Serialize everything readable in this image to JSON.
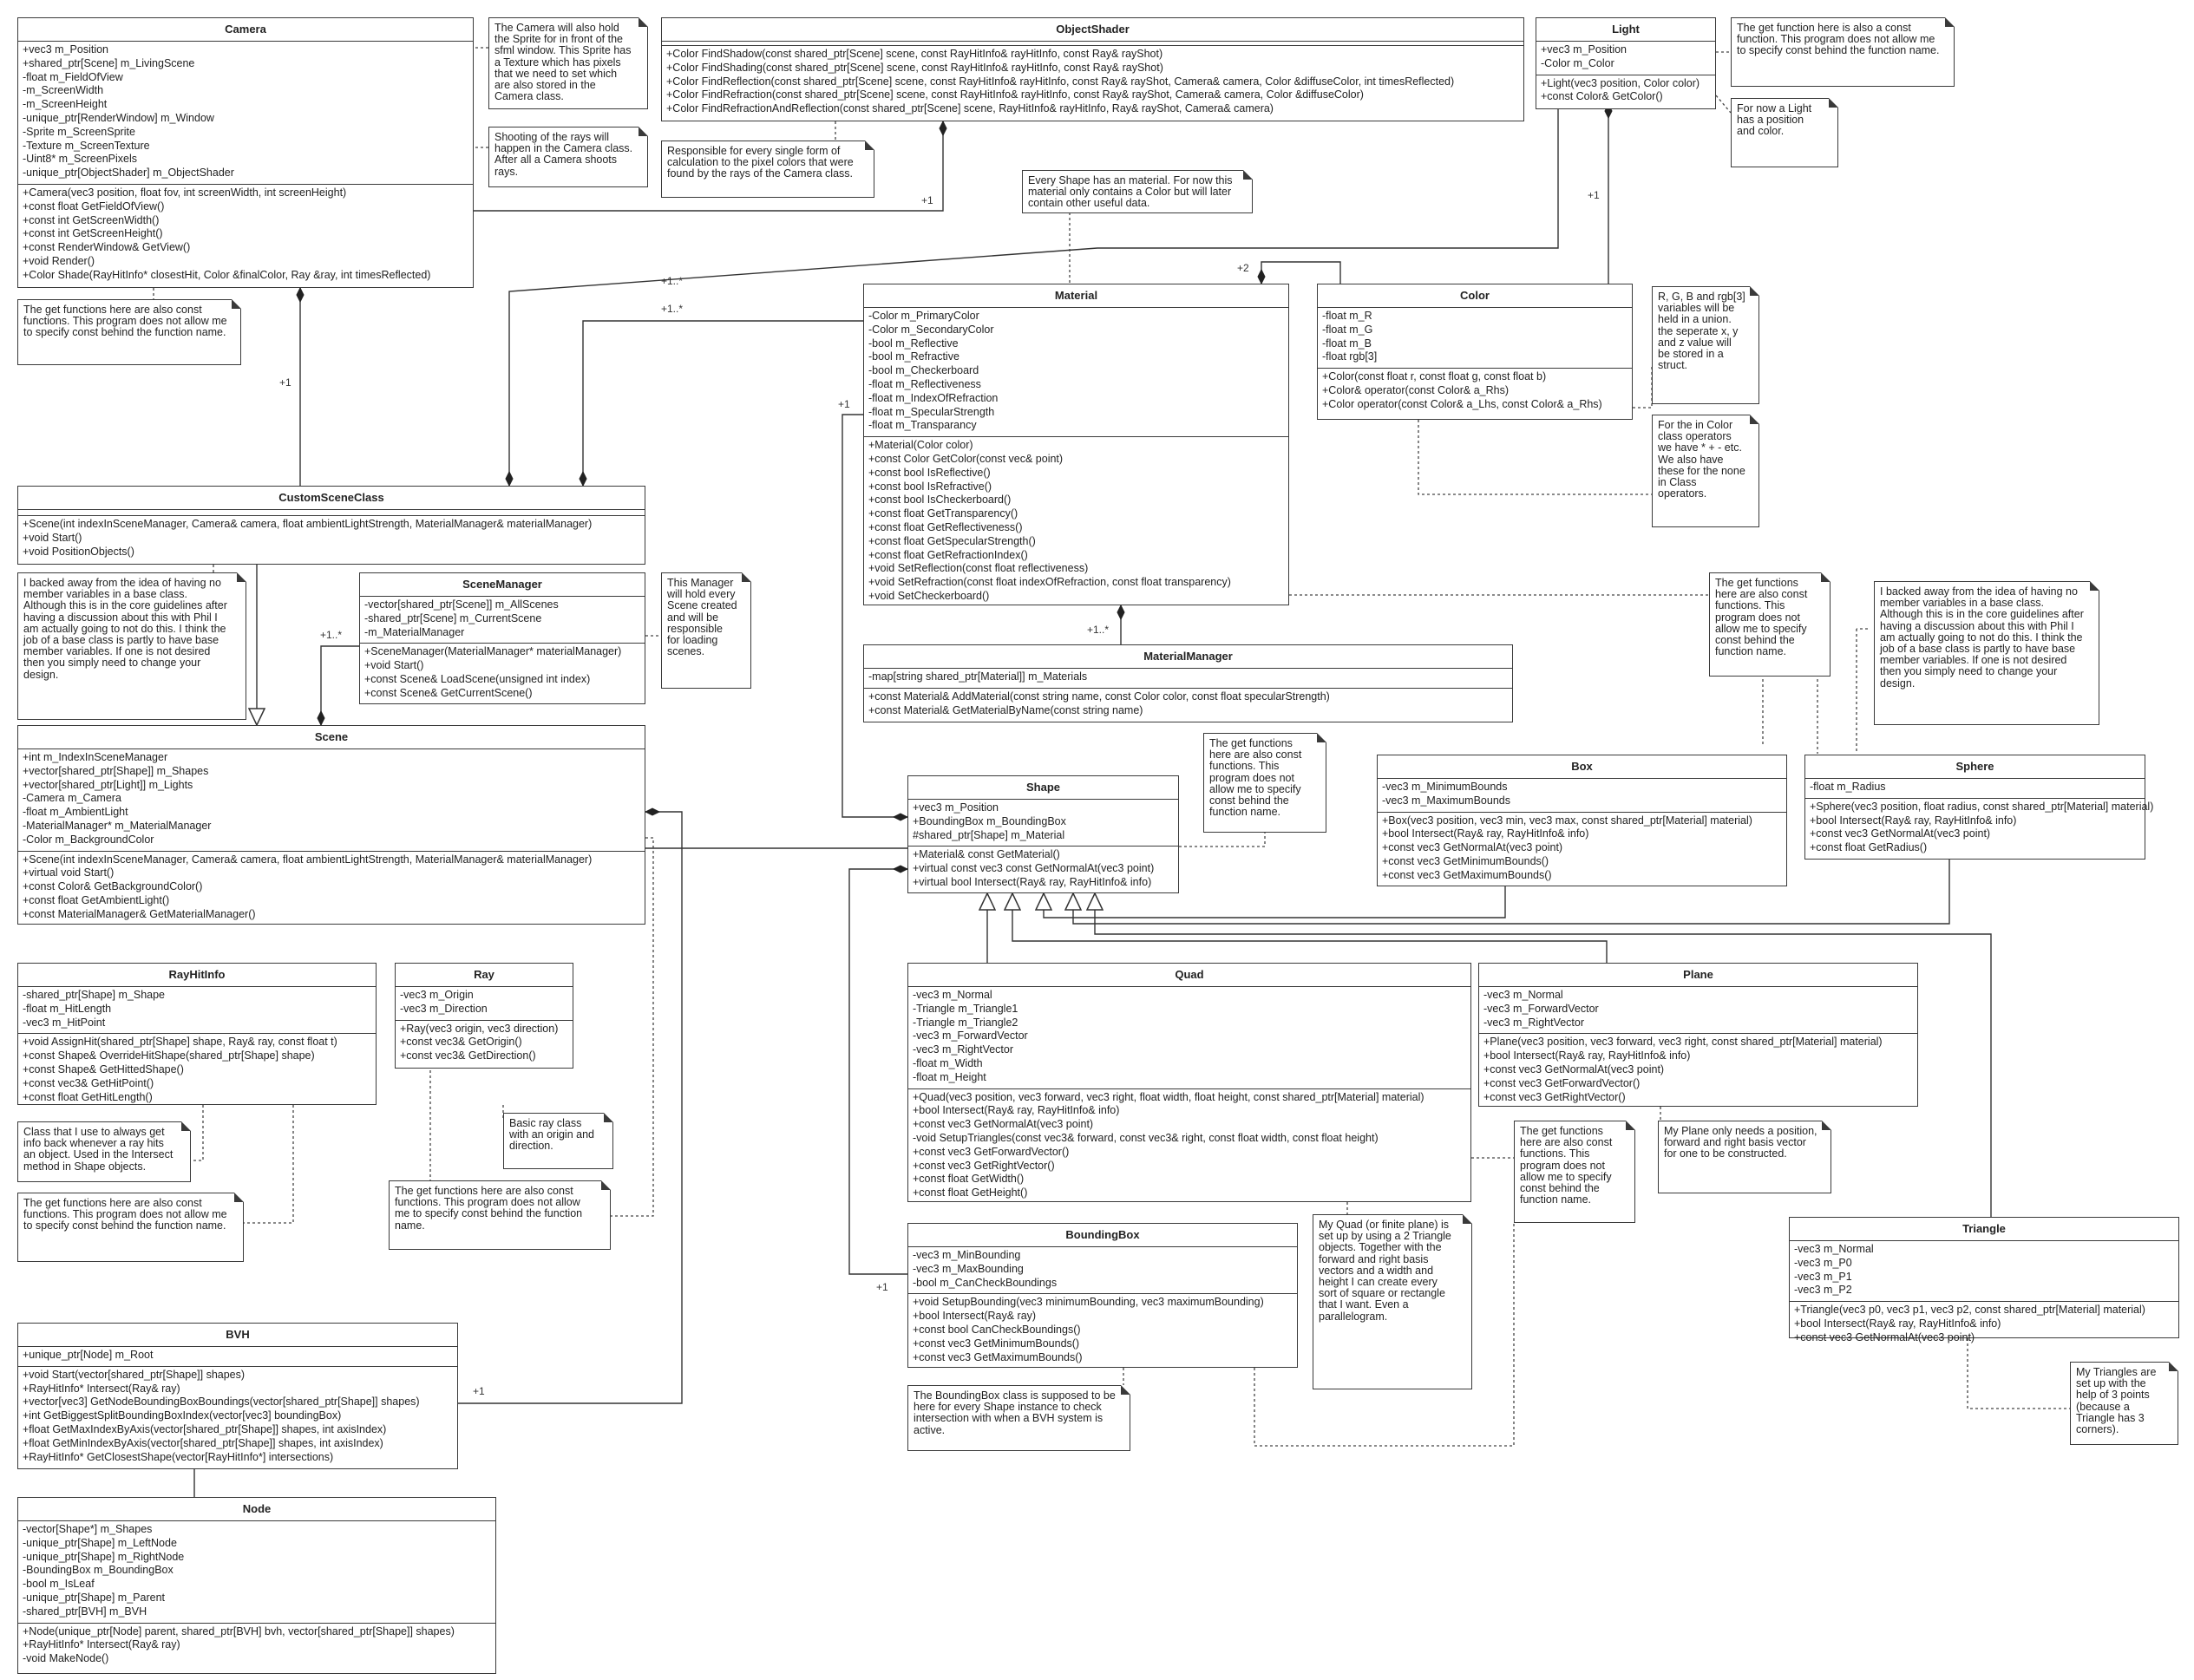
{
  "classes": {
    "camera": {
      "name": "Camera",
      "attributes": [
        "+vec3 m_Position",
        "+shared_ptr[Scene] m_LivingScene",
        "-float m_FieldOfView",
        "-m_ScreenWidth",
        "-m_ScreenHeight",
        "-unique_ptr[RenderWindow] m_Window",
        "-Sprite m_ScreenSprite",
        "-Texture m_ScreenTexture",
        "-Uint8* m_ScreenPixels",
        "-unique_ptr[ObjectShader] m_ObjectShader"
      ],
      "methods": [
        "+Camera(vec3 position, float fov, int screenWidth, int screenHeight)",
        "+const float GetFieldOfView()",
        "+const int GetScreenWidth()",
        "+const int GetScreenHeight()",
        "+const RenderWindow& GetView()",
        "+void Render()",
        "+Color Shade(RayHitInfo* closestHit, Color &finalColor, Ray &ray, int timesReflected)"
      ]
    },
    "objectShader": {
      "name": "ObjectShader",
      "attributes": [],
      "methods": [
        "+Color FindShadow(const shared_ptr[Scene] scene, const RayHitInfo& rayHitInfo, const Ray& rayShot)",
        "+Color FindShading(const shared_ptr[Scene] scene, const RayHitInfo& rayHitInfo, const Ray& rayShot)",
        "+Color FindReflection(const shared_ptr[Scene] scene, const RayHitInfo& rayHitInfo, const Ray& rayShot, Camera& camera, Color &diffuseColor, int timesReflected)",
        "+Color FindRefraction(const shared_ptr[Scene] scene, const RayHitInfo& rayHitInfo, const Ray& rayShot, Camera& camera, Color &diffuseColor)",
        "+Color FindRefractionAndReflection(const shared_ptr[Scene] scene, RayHitInfo& rayHitInfo, Ray& rayShot, Camera& camera)"
      ]
    },
    "light": {
      "name": "Light",
      "attributes": [
        "+vec3 m_Position",
        "-Color m_Color"
      ],
      "methods": [
        "+Light(vec3 position, Color color)",
        "+const Color& GetColor()"
      ]
    },
    "material": {
      "name": "Material",
      "attributes": [
        "-Color m_PrimaryColor",
        "-Color m_SecondaryColor",
        "-bool m_Reflective",
        "-bool m_Refractive",
        "-bool m_Checkerboard",
        "-float m_Reflectiveness",
        "-float m_IndexOfRefraction",
        "-float m_SpecularStrength",
        "-float m_Transparancy"
      ],
      "methods": [
        "+Material(Color color)",
        "+const Color GetColor(const vec& point)",
        "+const bool IsReflective()",
        "+const bool IsRefractive()",
        "+const bool IsCheckerboard()",
        "+const float GetTransparency()",
        "+const float GetReflectiveness()",
        "+const float GetSpecularStrength()",
        "+const float GetRefractionIndex()",
        "+void SetReflection(const float reflectiveness)",
        "+void SetRefraction(const float indexOfRefraction, const float transparency)",
        "+void SetCheckerboard()"
      ]
    },
    "color": {
      "name": "Color",
      "attributes": [
        "-float m_R",
        "-float m_G",
        "-float m_B",
        "-float rgb[3]"
      ],
      "methods": [
        "+Color(const float r, const float g, const float b)",
        "+Color& operator(const Color& a_Rhs)",
        "+Color operator(const Color& a_Lhs, const Color& a_Rhs)"
      ]
    },
    "customScene": {
      "name": "CustomSceneClass",
      "attributes": [],
      "methods": [
        "+Scene(int indexInSceneManager, Camera& camera, float ambientLightStrength, MaterialManager& materialManager)",
        "+void Start()",
        "+void PositionObjects()"
      ]
    },
    "sceneManager": {
      "name": "SceneManager",
      "attributes": [
        "-vector[shared_ptr[Scene]] m_AllScenes",
        "-shared_ptr[Scene] m_CurrentScene",
        "-m_MaterialManager"
      ],
      "methods": [
        "+SceneManager(MaterialManager* materialManager)",
        "+void Start()",
        "+const Scene& LoadScene(unsigned int index)",
        "+const Scene& GetCurrentScene()"
      ]
    },
    "scene": {
      "name": "Scene",
      "attributes": [
        "+int m_IndexInSceneManager",
        "+vector[shared_ptr[Shape]] m_Shapes",
        "+vector[shared_ptr[Light]] m_Lights",
        "-Camera m_Camera",
        "-float m_AmbientLight",
        "-MaterialManager* m_MaterialManager",
        "-Color m_BackgroundColor"
      ],
      "methods": [
        "+Scene(int indexInSceneManager, Camera& camera, float ambientLightStrength, MaterialManager& materialManager)",
        "+virtual void Start()",
        "+const Color& GetBackgroundColor()",
        "+const float GetAmbientLight()",
        "+const MaterialManager& GetMaterialManager()"
      ]
    },
    "materialManager": {
      "name": "MaterialManager",
      "attributes": [
        "-map[string shared_ptr[Material]]  m_Materials"
      ],
      "methods": [
        "+const Material& AddMaterial(const string name, const Color color, const float specularStrength)",
        "+const Material& GetMaterialByName(const string name)"
      ]
    },
    "shape": {
      "name": "Shape",
      "attributes": [
        "+vec3 m_Position",
        "+BoundingBox m_BoundingBox",
        "#shared_ptr[Shape] m_Material"
      ],
      "methods": [
        "+Material& const GetMaterial()",
        "+virtual const vec3 const GetNormalAt(vec3 point)",
        "+virtual bool Intersect(Ray& ray, RayHitInfo& info)"
      ]
    },
    "box": {
      "name": "Box",
      "attributes": [
        "-vec3 m_MinimumBounds",
        "-vec3 m_MaximumBounds"
      ],
      "methods": [
        "+Box(vec3 position, vec3 min, vec3 max, const shared_ptr[Material] material)",
        "+bool Intersect(Ray& ray, RayHitInfo& info)",
        "+const vec3 GetNormalAt(vec3 point)",
        "+const vec3 GetMinimumBounds()",
        "+const vec3 GetMaximumBounds()"
      ]
    },
    "sphere": {
      "name": "Sphere",
      "attributes": [
        "-float m_Radius"
      ],
      "methods": [
        "+Sphere(vec3 position, float radius, const shared_ptr[Material] material)",
        "+bool Intersect(Ray& ray, RayHitInfo& info)",
        "+const vec3 GetNormalAt(vec3 point)",
        "+const float GetRadius()"
      ]
    },
    "rayHitInfo": {
      "name": "RayHitInfo",
      "attributes": [
        "-shared_ptr[Shape] m_Shape",
        "-float m_HitLength",
        "-vec3 m_HitPoint"
      ],
      "methods": [
        "+void AssignHit(shared_ptr[Shape] shape, Ray& ray, const float t)",
        "+const Shape& OverrideHitShape(shared_ptr[Shape] shape)",
        "+const Shape& GetHittedShape()",
        "+const vec3& GetHitPoint()",
        "+const float GetHitLength()"
      ]
    },
    "ray": {
      "name": "Ray",
      "attributes": [
        "-vec3 m_Origin",
        "-vec3 m_Direction"
      ],
      "methods": [
        "+Ray(vec3 origin, vec3 direction)",
        "+const vec3& GetOrigin()",
        "+const vec3& GetDirection()"
      ]
    },
    "quad": {
      "name": "Quad",
      "attributes": [
        "-vec3 m_Normal",
        "-Triangle m_Triangle1",
        "-Triangle m_Triangle2",
        "-vec3 m_ForwardVector",
        "-vec3 m_RightVector",
        "-float m_Width",
        "-float m_Height"
      ],
      "methods": [
        "+Quad(vec3 position, vec3 forward, vec3 right, float width, float height, const shared_ptr[Material] material)",
        "+bool Intersect(Ray& ray, RayHitInfo& info)",
        "+const vec3 GetNormalAt(vec3 point)",
        "-void SetupTriangles(const vec3& forward, const vec3& right, const float width, const float height)",
        "+const vec3 GetForwardVector()",
        "+const vec3 GetRightVector()",
        "+const float GetWidth()",
        "+const float GetHeight()"
      ]
    },
    "plane": {
      "name": "Plane",
      "attributes": [
        "-vec3 m_Normal",
        "-vec3 m_ForwardVector",
        "-vec3 m_RightVector"
      ],
      "methods": [
        "+Plane(vec3 position, vec3 forward, vec3 right, const shared_ptr[Material] material)",
        "+bool Intersect(Ray& ray, RayHitInfo& info)",
        "+const vec3 GetNormalAt(vec3 point)",
        "+const vec3 GetForwardVector()",
        "+const vec3 GetRightVector()"
      ]
    },
    "boundingBox": {
      "name": "BoundingBox",
      "attributes": [
        "-vec3 m_MinBounding",
        "-vec3 m_MaxBounding",
        "-bool m_CanCheckBoundings"
      ],
      "methods": [
        "+void SetupBounding(vec3 minimumBounding, vec3 maximumBounding)",
        "+bool Intersect(Ray& ray)",
        "+const bool CanCheckBoundings()",
        "+const vec3 GetMinimumBounds()",
        "+const vec3 GetMaximumBounds()"
      ]
    },
    "triangle": {
      "name": "Triangle",
      "attributes": [
        "-vec3 m_Normal",
        "-vec3 m_P0",
        "-vec3 m_P1",
        "-vec3 m_P2"
      ],
      "methods": [
        "+Triangle(vec3 p0, vec3 p1, vec3 p2, const shared_ptr[Material] material)",
        "+bool Intersect(Ray& ray, RayHitInfo& info)",
        "+const vec3 GetNormalAt(vec3 point)"
      ]
    },
    "bvh": {
      "name": "BVH",
      "attributes": [
        "+unique_ptr[Node] m_Root"
      ],
      "methods": [
        "+void Start(vector[shared_ptr[Shape]] shapes)",
        "+RayHitInfo* Intersect(Ray& ray)",
        "+vector[vec3] GetNodeBoundingBoxBoundings(vector[shared_ptr[Shape]] shapes)",
        "+int GetBiggestSplitBoundingBoxIndex(vector[vec3] boundingBox)",
        "+float GetMaxIndexByAxis(vector[shared_ptr[Shape]] shapes, int axisIndex)",
        "+float GetMinIndexByAxis(vector[shared_ptr[Shape]] shapes, int axisIndex)",
        "+RayHitInfo* GetClosestShape(vector[RayHitInfo*] intersections)"
      ]
    },
    "node": {
      "name": "Node",
      "attributes": [
        "-vector[Shape*] m_Shapes",
        "-unique_ptr[Shape] m_LeftNode",
        "-unique_ptr[Shape] m_RightNode",
        "-BoundingBox m_BoundingBox",
        "-bool m_IsLeaf",
        "-unique_ptr[Shape] m_Parent",
        "-shared_ptr[BVH] m_BVH"
      ],
      "methods": [
        "+Node(unique_ptr[Node] parent, shared_ptr[BVH] bvh, vector[shared_ptr[Shape]] shapes)",
        "+RayHitInfo* Intersect(Ray& ray)",
        "-void MakeNode()"
      ]
    }
  },
  "notes": {
    "cameraSprite": "The Camera will also hold the Sprite for in front of the sfml window. This Sprite has a Texture which has pixels that we need to set which are also stored in the Camera class.",
    "cameraRays": "Shooting of the rays will happen in the Camera class. After all a Camera shoots rays.",
    "shaderResp": "Responsible for every single form of calculation to the pixel colors that were found by the rays of the Camera class.",
    "lightGet": "The get function here is also a const function. This program does not allow me to specify const behind the function name.",
    "lightPos": "For now a Light has a position and color.",
    "everyShape": "Every Shape has an material. For now this material only contains a Color but will later contain other useful data.",
    "colorUnion": "R, G, B and rgb[3] variables will be held in a union. the seperate x, y and z value will be stored in a struct.",
    "colorOps": "For the in Color class operators we have * + - etc. We also have these for the none in Class operators.",
    "cameraGet": "The get functions here are also const functions. This program does not allow me to specify const behind the function name.",
    "backedAway1": "I backed away from the idea of having no member variables in a base class. Although this is in the core guidelines after having a discussion about this with Phil I am actually going to not do this. I think the job of a base class is partly to have base member variables. If one is not desired then you simply need to change your design.",
    "managerNote": "This Manager will hold every Scene created and will be responsible for loading scenes.",
    "materialGet": "The get functions here are also const functions. This program does not allow me to specify const behind the function name.",
    "backedAway2": "I backed away from the idea of having no member variables in a base class. Although this is in the core guidelines after having a discussion about this with Phil I am actually going to not do this. I think the job of a base class is partly to have base member variables. If one is not desired then you simply need to change your design.",
    "shapeGet": "The get functions here are also const functions. This program does not allow me to specify const behind the function name.",
    "rayHitClass": "Class that I use to always get info back whenever a ray hits an object. Used in the Intersect method in Shape objects.",
    "rayHitGet": "The get functions here are also const functions. This program does not allow me to specify const behind the function name.",
    "basicRay": "Basic ray class with an origin and direction.",
    "rayGet": "The get functions here are also const functions. This program does not allow me to specify const behind the function name.",
    "quadGet": "The get functions here are also const functions. This program does not allow me to specify const behind the function name.",
    "planeNote": "My Plane only needs a position, forward and right basis vector for one to be constructed.",
    "quadNote": "My Quad (or finite plane) is set up by using a 2 Triangle objects. Together with the forward and right basis vectors and a width and height I can create every sort of square or rectangle that I want. Even a parallelogram.",
    "bboxNote": "The BoundingBox class is supposed to be here for every Shape instance to check intersection with when a BVH system is active.",
    "triNote": "My Triangles are set up with the help of 3 points (because a Triangle has 3 corners)."
  },
  "multiplicities": {
    "shaderCamera": "+1",
    "lightScene": "+1..*",
    "shapeScene": "+1..*",
    "cameraScene": "+1",
    "lightColor": "+1",
    "materialColor": "+2",
    "materialShape": "+1",
    "sceneManagerScene": "+1..*",
    "materialManagerMaterial": "+1..*",
    "bvhScene": "+1",
    "bboxShape": "+1"
  }
}
